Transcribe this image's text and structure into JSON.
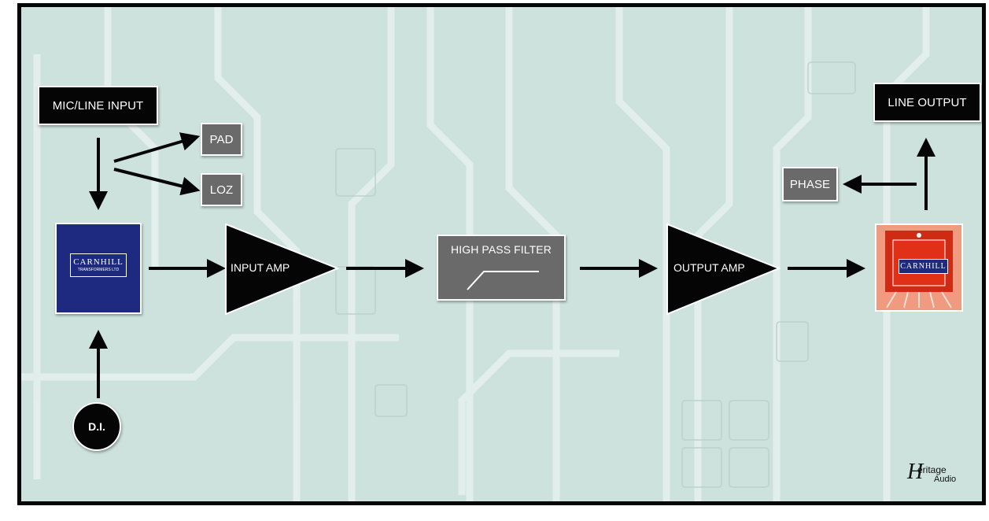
{
  "diagram": {
    "inputs": {
      "mic_line": "MIC/LINE  INPUT",
      "di": "D.I."
    },
    "switches": {
      "pad": "PAD",
      "loz": "LOZ",
      "phase": "PHASE"
    },
    "input_transformer": {
      "brand": "CARNHILL",
      "subtitle": "TRANSFORMERS LTD"
    },
    "input_amp": "INPUT  AMP",
    "high_pass_filter": "HIGH PASS FILTER",
    "output_amp": "OUTPUT AMP",
    "output_transformer": {
      "brand": "CARNHILL"
    },
    "line_output": "LINE  OUTPUT",
    "logo": {
      "mark": "H",
      "line1": "eritage",
      "line2": "Audio"
    },
    "colors": {
      "box_fill": "#050505",
      "switch_fill": "#6a6a6a",
      "background": "#cde2dc",
      "input_transformer": "#1d2a80",
      "output_transformer_frame": "#f09a80",
      "output_transformer_core": "#e03018"
    }
  }
}
